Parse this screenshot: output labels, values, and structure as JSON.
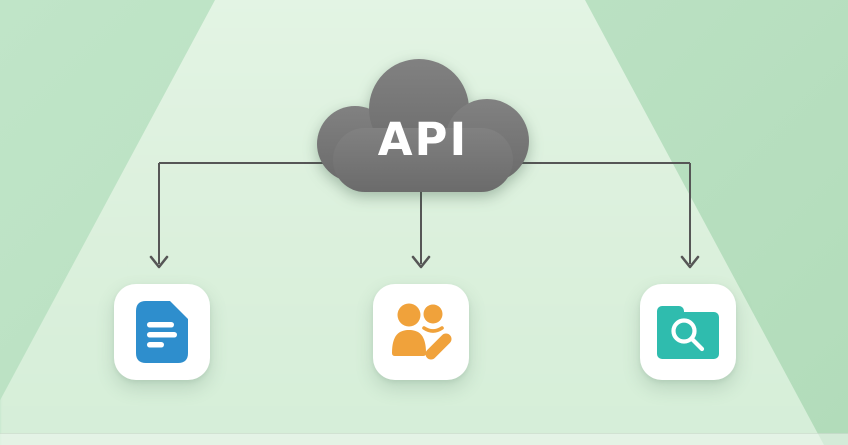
{
  "illustration": {
    "title": "API cloud fan-out diagram",
    "cloud": {
      "label": "API"
    },
    "nodes": [
      {
        "name": "documents",
        "icon": "document-icon"
      },
      {
        "name": "users-edit",
        "icon": "users-edit-icon"
      },
      {
        "name": "folder-search",
        "icon": "folder-search-icon"
      }
    ]
  },
  "colors": {
    "bg_outer": "#b9e0c1",
    "bg_outer_light": "#c0e5c8",
    "bg_outer_dark": "#b2dcba",
    "bg_beam": "#dbf0dc",
    "bg_beam_top": "#e3f4e4",
    "bg_beam_bottom": "#d5eed8",
    "cloud_top": "#818181",
    "cloud_bottom": "#6b6b6b",
    "arrow": "#565656",
    "card_bg": "#ffffff",
    "doc_blue": "#2e8ecd",
    "users_orange": "#f0a23b",
    "folder_teal": "#2fbcae",
    "text_white": "#ffffff"
  }
}
